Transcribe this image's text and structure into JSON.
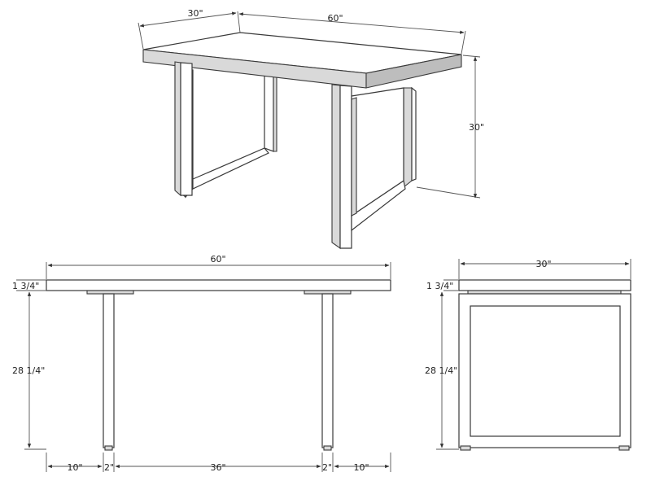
{
  "title": "",
  "iso": {
    "depth": "30\"",
    "width": "60\"",
    "height": "30\""
  },
  "front": {
    "width": "60\"",
    "top_thickness": "1 3/4\"",
    "leg_height": "28 1/4\"",
    "offset_left": "10\"",
    "leg_left": "2\"",
    "between": "36\"",
    "leg_right": "2\"",
    "offset_right": "10\""
  },
  "side": {
    "depth": "30\"",
    "top_thickness": "1 3/4\"",
    "leg_height": "28 1/4\""
  },
  "colors": {
    "line": "#3a3a3a",
    "shade": "#d9d9d9"
  }
}
